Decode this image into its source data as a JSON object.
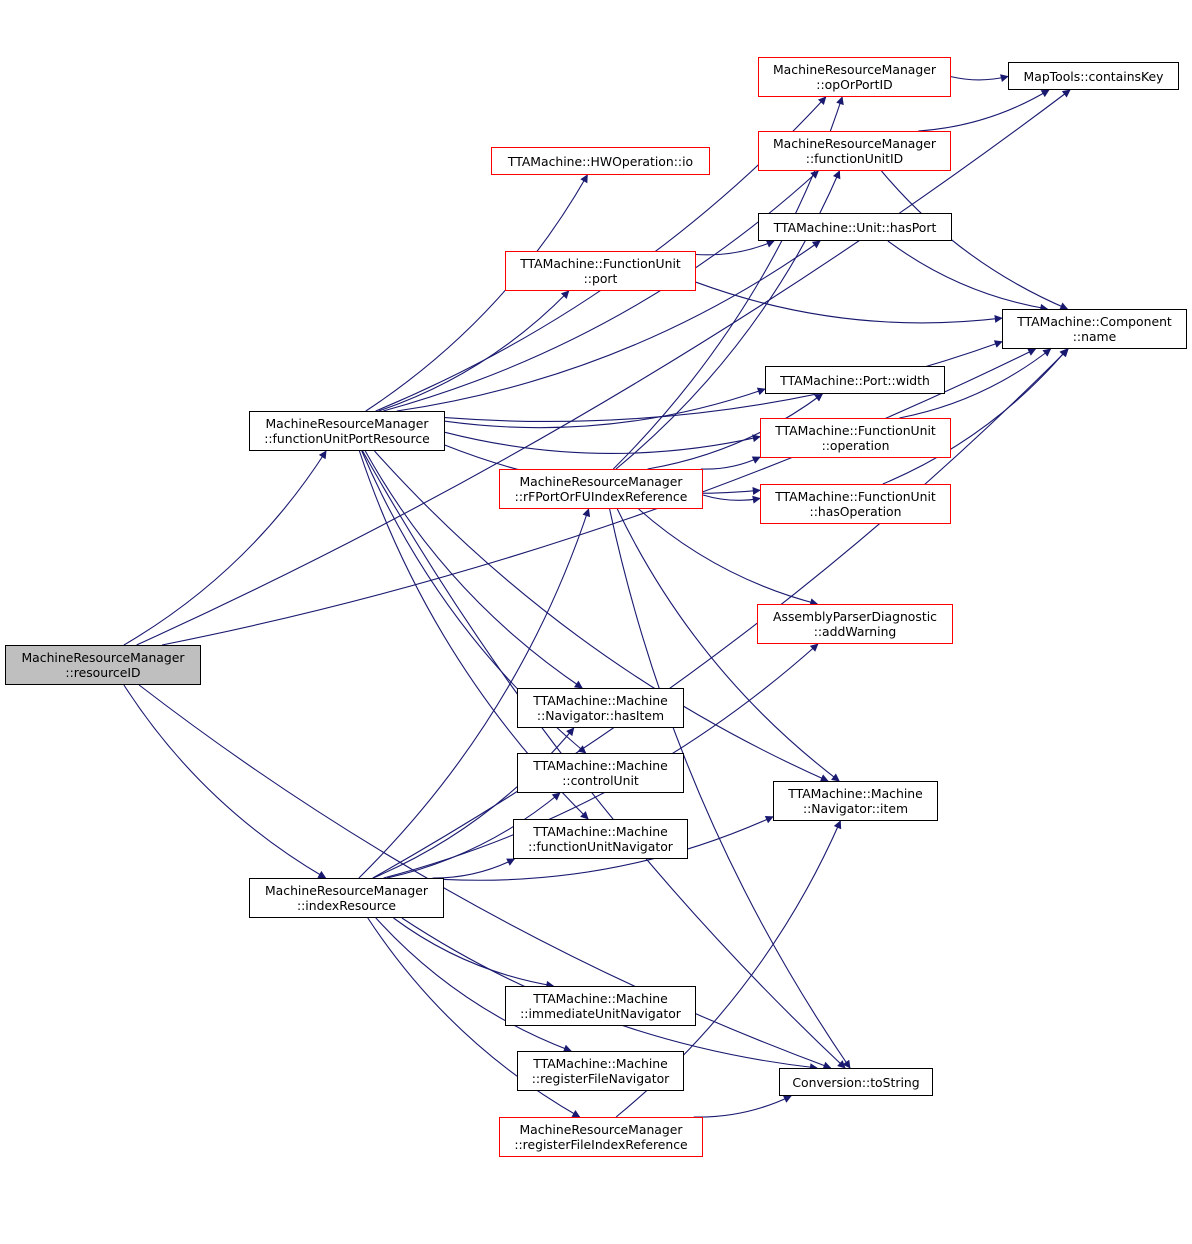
{
  "colors": {
    "edge": "#191970",
    "node_border": "#000000",
    "incomplete_node_border": "#ff0000",
    "root_fill": "#bfbfbf",
    "node_fill": "#ffffff"
  },
  "nodes": {
    "resourceID": {
      "lines": [
        "MachineResourceManager",
        "::resourceID"
      ],
      "style": "root"
    },
    "functionUnitPortResource": {
      "lines": [
        "MachineResourceManager",
        "::functionUnitPortResource"
      ],
      "style": "normal"
    },
    "indexResource": {
      "lines": [
        "MachineResourceManager",
        "::indexResource"
      ],
      "style": "normal"
    },
    "opOrPortID": {
      "lines": [
        "MachineResourceManager",
        "::opOrPortID"
      ],
      "style": "red"
    },
    "containsKey": {
      "lines": [
        "MapTools::containsKey"
      ],
      "style": "normal"
    },
    "functionUnitID": {
      "lines": [
        "MachineResourceManager",
        "::functionUnitID"
      ],
      "style": "red"
    },
    "hwOperationIo": {
      "lines": [
        "TTAMachine::HWOperation::io"
      ],
      "style": "red"
    },
    "unitHasPort": {
      "lines": [
        "TTAMachine::Unit::hasPort"
      ],
      "style": "normal"
    },
    "functionUnitPort": {
      "lines": [
        "TTAMachine::FunctionUnit",
        "::port"
      ],
      "style": "red"
    },
    "componentName": {
      "lines": [
        "TTAMachine::Component",
        "::name"
      ],
      "style": "normal"
    },
    "portWidth": {
      "lines": [
        "TTAMachine::Port::width"
      ],
      "style": "normal"
    },
    "fuOperation": {
      "lines": [
        "TTAMachine::FunctionUnit",
        "::operation"
      ],
      "style": "red"
    },
    "rfPortOrFUIndexReference": {
      "lines": [
        "MachineResourceManager",
        "::rFPortOrFUIndexReference"
      ],
      "style": "red"
    },
    "fuHasOperation": {
      "lines": [
        "TTAMachine::FunctionUnit",
        "::hasOperation"
      ],
      "style": "red"
    },
    "addWarning": {
      "lines": [
        "AssemblyParserDiagnostic",
        "::addWarning"
      ],
      "style": "red"
    },
    "navigatorHasItem": {
      "lines": [
        "TTAMachine::Machine",
        "::Navigator::hasItem"
      ],
      "style": "normal"
    },
    "controlUnit": {
      "lines": [
        "TTAMachine::Machine",
        "::controlUnit"
      ],
      "style": "normal"
    },
    "navigatorItem": {
      "lines": [
        "TTAMachine::Machine",
        "::Navigator::item"
      ],
      "style": "normal"
    },
    "functionUnitNavigator": {
      "lines": [
        "TTAMachine::Machine",
        "::functionUnitNavigator"
      ],
      "style": "normal"
    },
    "immediateUnitNavigator": {
      "lines": [
        "TTAMachine::Machine",
        "::immediateUnitNavigator"
      ],
      "style": "normal"
    },
    "registerFileNavigator": {
      "lines": [
        "TTAMachine::Machine",
        "::registerFileNavigator"
      ],
      "style": "normal"
    },
    "conversionToString": {
      "lines": [
        "Conversion::toString"
      ],
      "style": "normal"
    },
    "registerFileIndexReference": {
      "lines": [
        "MachineResourceManager",
        "::registerFileIndexReference"
      ],
      "style": "red"
    }
  },
  "edges": [
    [
      "resourceID",
      "functionUnitPortResource"
    ],
    [
      "resourceID",
      "indexResource"
    ],
    [
      "resourceID",
      "containsKey"
    ],
    [
      "resourceID",
      "componentName"
    ],
    [
      "resourceID",
      "conversionToString"
    ],
    [
      "functionUnitPortResource",
      "opOrPortID"
    ],
    [
      "functionUnitPortResource",
      "functionUnitID"
    ],
    [
      "functionUnitPortResource",
      "hwOperationIo"
    ],
    [
      "functionUnitPortResource",
      "unitHasPort"
    ],
    [
      "functionUnitPortResource",
      "functionUnitPort"
    ],
    [
      "functionUnitPortResource",
      "componentName"
    ],
    [
      "functionUnitPortResource",
      "portWidth"
    ],
    [
      "functionUnitPortResource",
      "fuOperation"
    ],
    [
      "functionUnitPortResource",
      "fuHasOperation"
    ],
    [
      "functionUnitPortResource",
      "navigatorHasItem"
    ],
    [
      "functionUnitPortResource",
      "controlUnit"
    ],
    [
      "functionUnitPortResource",
      "functionUnitNavigator"
    ],
    [
      "functionUnitPortResource",
      "navigatorItem"
    ],
    [
      "functionUnitPortResource",
      "conversionToString"
    ],
    [
      "opOrPortID",
      "containsKey"
    ],
    [
      "functionUnitID",
      "containsKey"
    ],
    [
      "functionUnitID",
      "componentName"
    ],
    [
      "unitHasPort",
      "componentName"
    ],
    [
      "functionUnitPort",
      "unitHasPort"
    ],
    [
      "functionUnitPort",
      "componentName"
    ],
    [
      "fuOperation",
      "componentName"
    ],
    [
      "fuHasOperation",
      "componentName"
    ],
    [
      "rfPortOrFUIndexReference",
      "opOrPortID"
    ],
    [
      "rfPortOrFUIndexReference",
      "functionUnitID"
    ],
    [
      "rfPortOrFUIndexReference",
      "portWidth"
    ],
    [
      "rfPortOrFUIndexReference",
      "fuOperation"
    ],
    [
      "rfPortOrFUIndexReference",
      "fuHasOperation"
    ],
    [
      "rfPortOrFUIndexReference",
      "addWarning"
    ],
    [
      "rfPortOrFUIndexReference",
      "navigatorItem"
    ],
    [
      "rfPortOrFUIndexReference",
      "conversionToString"
    ],
    [
      "indexResource",
      "rfPortOrFUIndexReference"
    ],
    [
      "indexResource",
      "navigatorHasItem"
    ],
    [
      "indexResource",
      "controlUnit"
    ],
    [
      "indexResource",
      "functionUnitNavigator"
    ],
    [
      "indexResource",
      "addWarning"
    ],
    [
      "indexResource",
      "navigatorItem"
    ],
    [
      "indexResource",
      "immediateUnitNavigator"
    ],
    [
      "indexResource",
      "registerFileNavigator"
    ],
    [
      "indexResource",
      "registerFileIndexReference"
    ],
    [
      "indexResource",
      "conversionToString"
    ],
    [
      "indexResource",
      "componentName"
    ],
    [
      "registerFileIndexReference",
      "conversionToString"
    ],
    [
      "registerFileIndexReference",
      "navigatorItem"
    ]
  ]
}
